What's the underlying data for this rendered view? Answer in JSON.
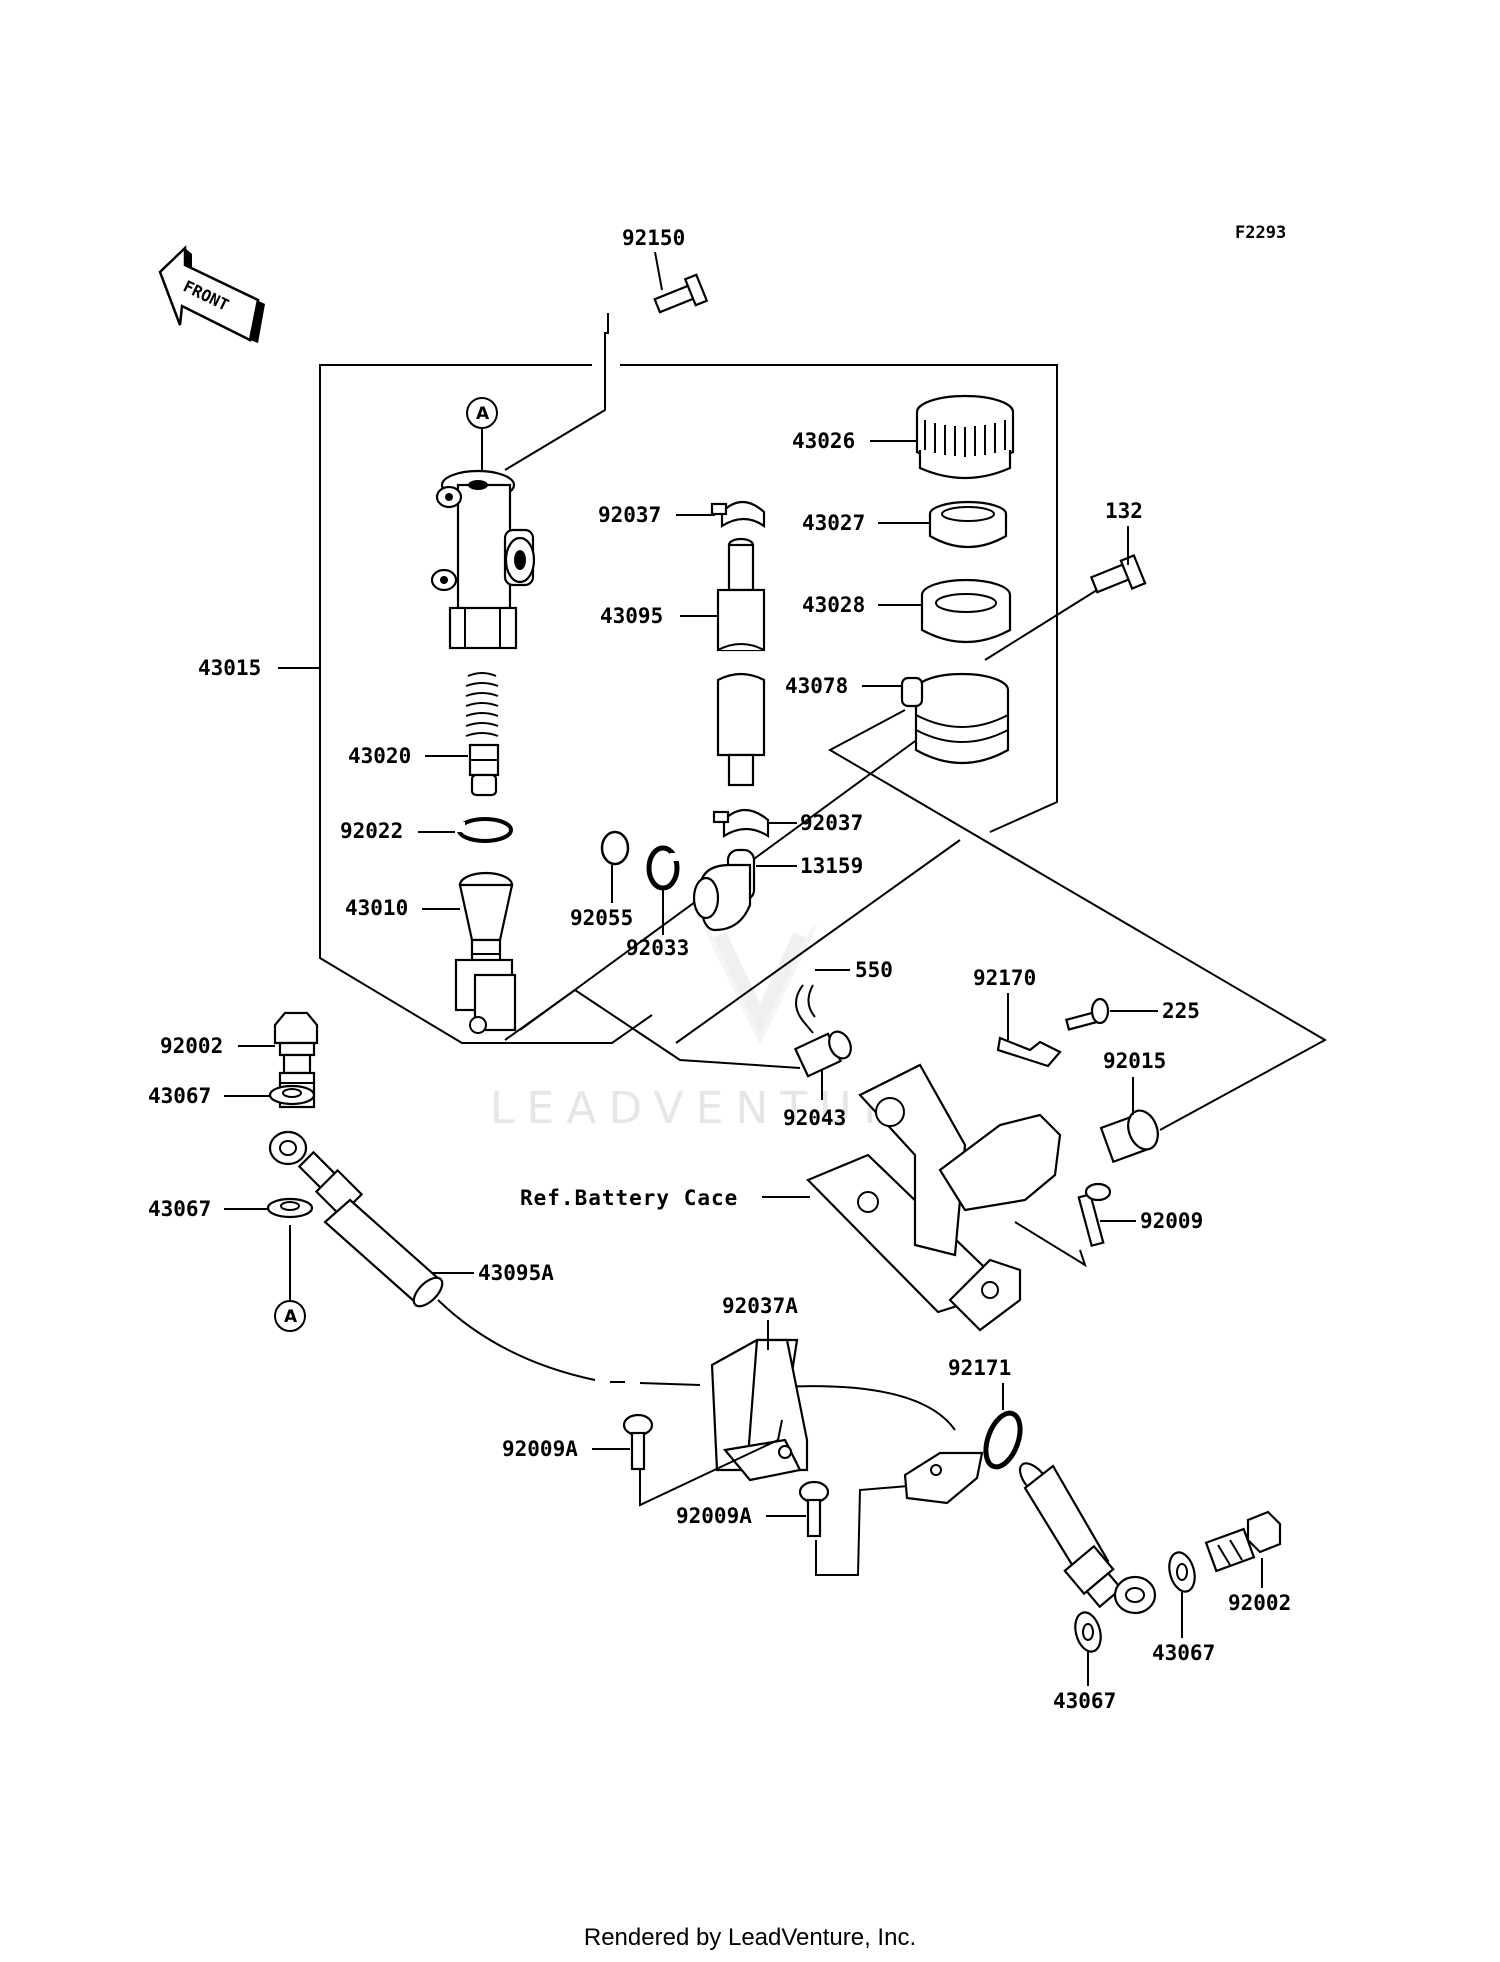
{
  "figure_code": "F2293",
  "front_indicator": "FRONT",
  "reference_marker": "A",
  "watermark": "LEADVENTURE",
  "footer": "Rendered by LeadVenture, Inc.",
  "ref_battery_case": "Ref.Battery Cace",
  "labels": {
    "p92150": "92150",
    "p43026": "43026",
    "p92037_top": "92037",
    "p43027": "43027",
    "p132": "132",
    "p43095": "43095",
    "p43028": "43028",
    "p43015": "43015",
    "p43078": "43078",
    "p43020": "43020",
    "p92037_mid": "92037",
    "p92022": "92022",
    "p13159": "13159",
    "p43010": "43010",
    "p92055": "92055",
    "p92033": "92033",
    "p550": "550",
    "p92170": "92170",
    "p225": "225",
    "p92002_left": "92002",
    "p92015": "92015",
    "p43067_a": "43067",
    "p92043": "92043",
    "p43067_b": "43067",
    "p92009": "92009",
    "p43095A": "43095A",
    "p92037A": "92037A",
    "p92171": "92171",
    "p92009A_left": "92009A",
    "p92009A_right": "92009A",
    "p92002_right": "92002",
    "p43067_c": "43067",
    "p43067_d": "43067"
  }
}
